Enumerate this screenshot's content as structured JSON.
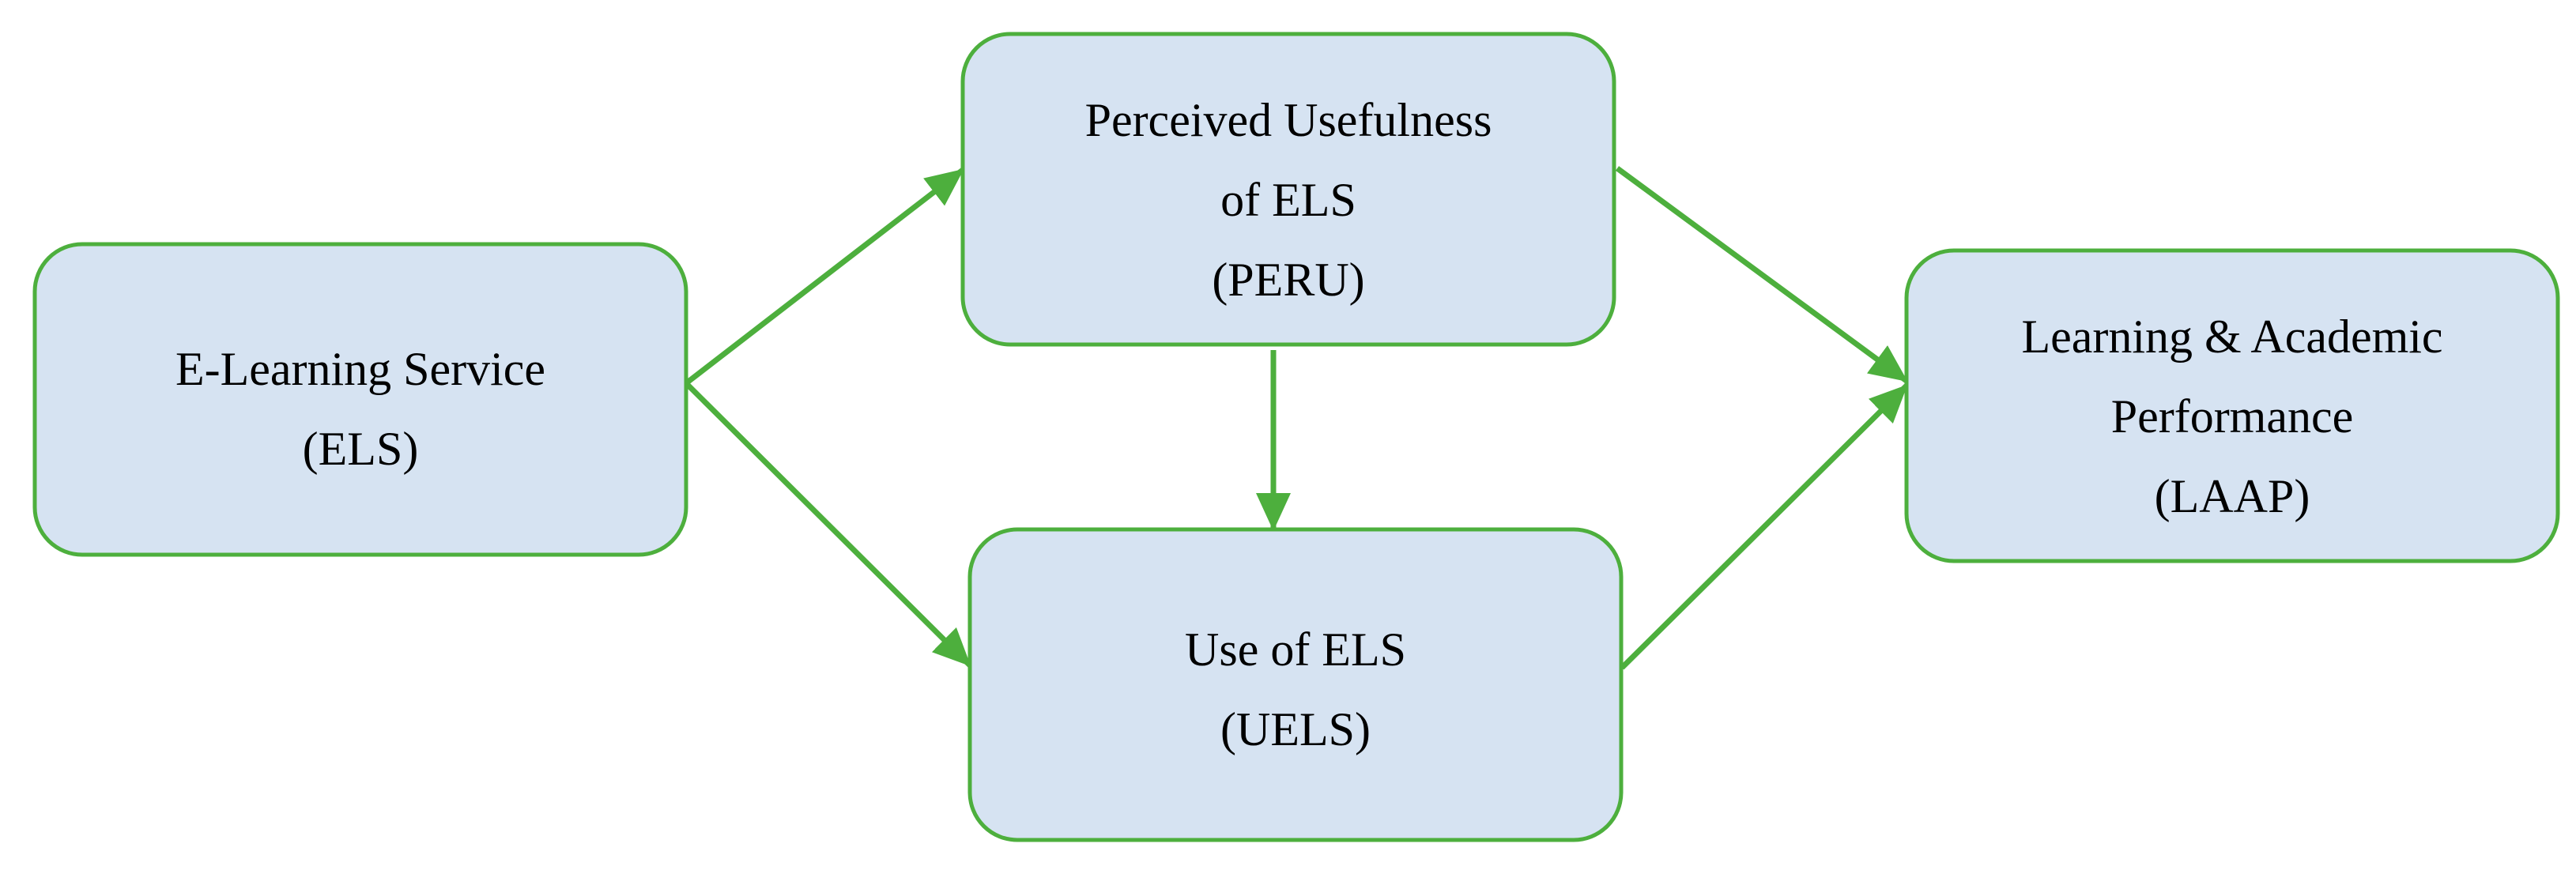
{
  "colors": {
    "node_fill": "#d6e3f2",
    "node_border": "#4daf3d",
    "arrow": "#4daf3d",
    "text": "#000000"
  },
  "nodes": {
    "els": {
      "line1": "E-Learning Service",
      "line2": "(ELS)"
    },
    "peru": {
      "line1": "Perceived Usefulness",
      "line2": "of ELS",
      "line3": "(PERU)"
    },
    "uels": {
      "line1": "Use of ELS",
      "line2": "(UELS)"
    },
    "laap": {
      "line1": "Learning & Academic",
      "line2": "Performance",
      "line3": "(LAAP)"
    }
  },
  "edges": [
    {
      "from": "ELS",
      "to": "PERU"
    },
    {
      "from": "ELS",
      "to": "UELS"
    },
    {
      "from": "PERU",
      "to": "UELS"
    },
    {
      "from": "PERU",
      "to": "LAAP"
    },
    {
      "from": "UELS",
      "to": "LAAP"
    }
  ]
}
